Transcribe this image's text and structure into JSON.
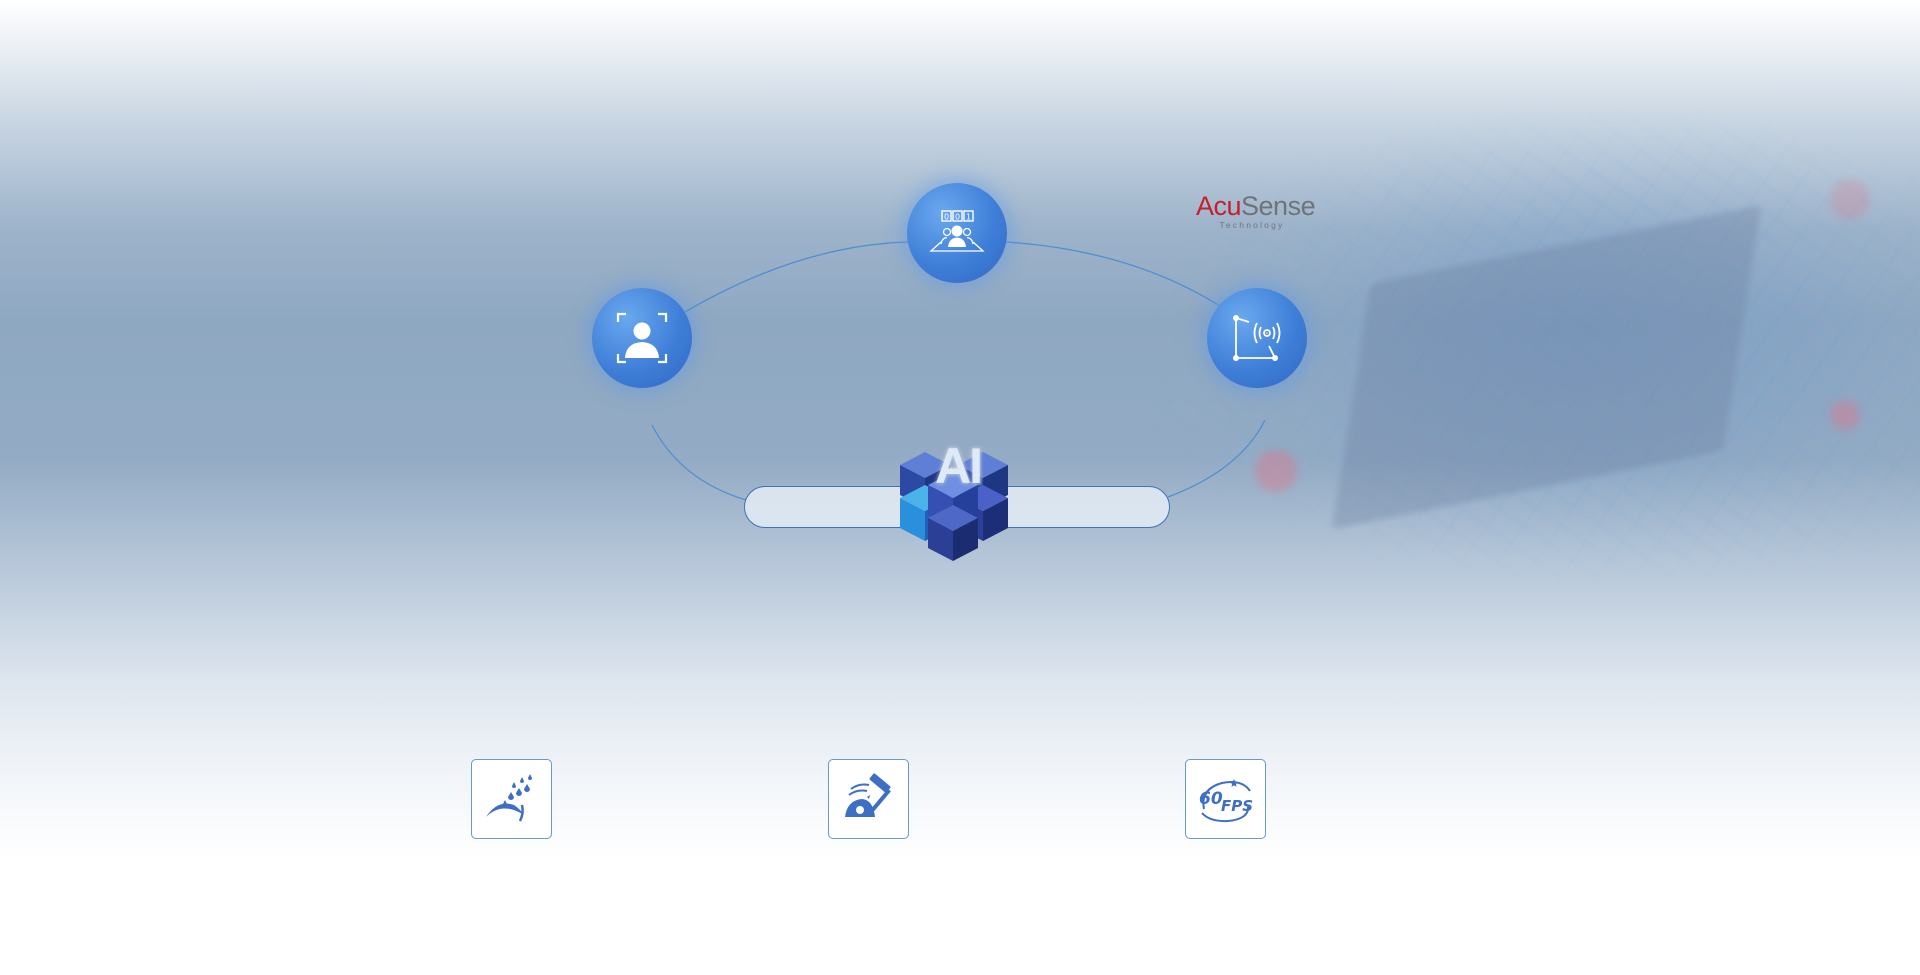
{
  "brand": {
    "name_part1": "Acu",
    "name_part2": "Sense",
    "tagline": "Technology"
  },
  "ai_label": "AI",
  "nodes": [
    {
      "name": "face-capture-node",
      "icon": "face-capture-icon"
    },
    {
      "name": "people-counting-node",
      "icon": "people-counting-icon"
    },
    {
      "name": "perimeter-protection-node",
      "icon": "perimeter-signal-icon"
    }
  ],
  "features": [
    {
      "icon": "weatherproof-rain-icon"
    },
    {
      "icon": "vandal-proof-hammer-icon"
    },
    {
      "icon": "60-fps-icon",
      "text": "60FPS"
    }
  ],
  "colors": {
    "accent_blue": "#3f7fd8",
    "brand_red": "#c4202e",
    "brand_gray": "#707378",
    "feature_icon_blue": "#3d6fc4"
  }
}
